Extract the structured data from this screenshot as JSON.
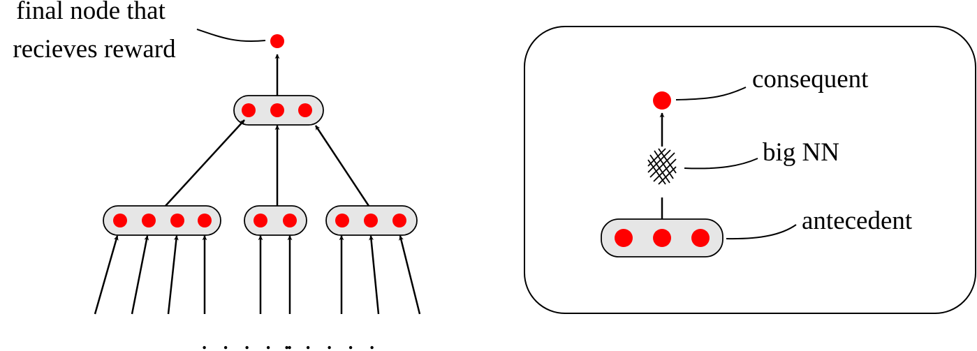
{
  "tree": {
    "top_label_line1": "final node that",
    "top_label_line2": "recieves reward",
    "bottom_dots_left": ". . . . .",
    "bottom_dots_right": ". . . . ."
  },
  "legend": {
    "consequent_label": "consequent",
    "nn_label": "big NN",
    "antecedent_label": "antecedent"
  },
  "colors": {
    "node": "#ff0000",
    "box_fill": "#e6e6e6",
    "stroke": "#000000"
  }
}
